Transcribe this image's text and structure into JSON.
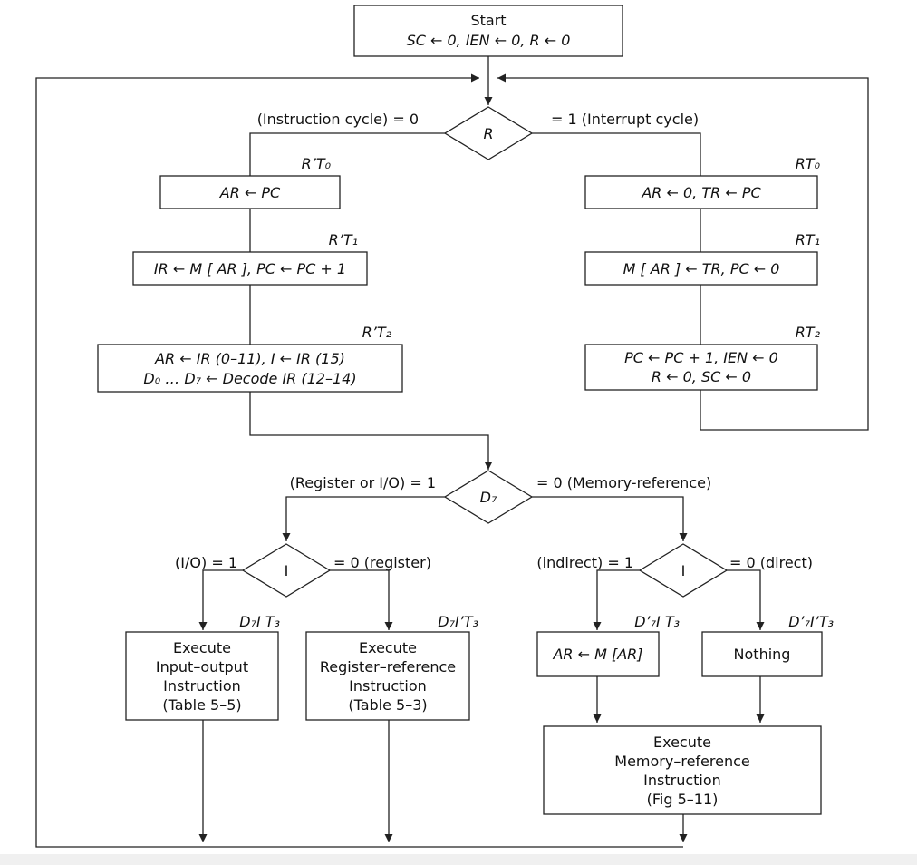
{
  "start": {
    "line1": "Start",
    "line2": "SC ← 0, IEN ← 0, R ← 0"
  },
  "decision_r": {
    "symbol": "R",
    "left_label": "(Instruction cycle) = 0",
    "right_label": "= 1 (Interrupt cycle)"
  },
  "instruction_cycle": {
    "t0": {
      "cond": "R’T₀",
      "op": "AR ← PC"
    },
    "t1": {
      "cond": "R’T₁",
      "op": "IR ← M [ AR ], PC ← PC + 1"
    },
    "t2": {
      "cond": "R’T₂",
      "op_line1": "AR ← IR (0–11), I ← IR (15)",
      "op_line2": "D₀ … D₇ ← Decode IR (12–14)"
    }
  },
  "interrupt_cycle": {
    "t0": {
      "cond": "RT₀",
      "op": "AR ← 0, TR ← PC"
    },
    "t1": {
      "cond": "RT₁",
      "op": "M [ AR ] ← TR, PC ← 0"
    },
    "t2": {
      "cond": "RT₂",
      "op_line1": "PC ← PC + 1, IEN ← 0",
      "op_line2": "R ← 0, SC ← 0"
    }
  },
  "decision_d7": {
    "symbol": "D₇",
    "left_label": "(Register or I/O) = 1",
    "right_label": "= 0 (Memory-reference)"
  },
  "decision_i_left": {
    "symbol": "I",
    "left_label": "(I/O) = 1",
    "right_label": "= 0 (register)"
  },
  "decision_i_right": {
    "symbol": "I",
    "left_label": "(indirect) = 1",
    "right_label": "= 0 (direct)"
  },
  "io_exec": {
    "cond": "D₇I T₃",
    "lines": [
      "Execute",
      "Input–output",
      "Instruction",
      "(Table 5–5)"
    ]
  },
  "reg_exec": {
    "cond": "D₇I’T₃",
    "lines": [
      "Execute",
      "Register–reference",
      "Instruction",
      "(Table 5–3)"
    ]
  },
  "indirect": {
    "cond": "D’₇I T₃",
    "op": "AR ← M [AR]"
  },
  "direct": {
    "cond": "D’₇I’T₃",
    "op": "Nothing"
  },
  "mem_exec": {
    "lines": [
      "Execute",
      "Memory–reference",
      "Instruction",
      "(Fig 5–11)"
    ]
  }
}
